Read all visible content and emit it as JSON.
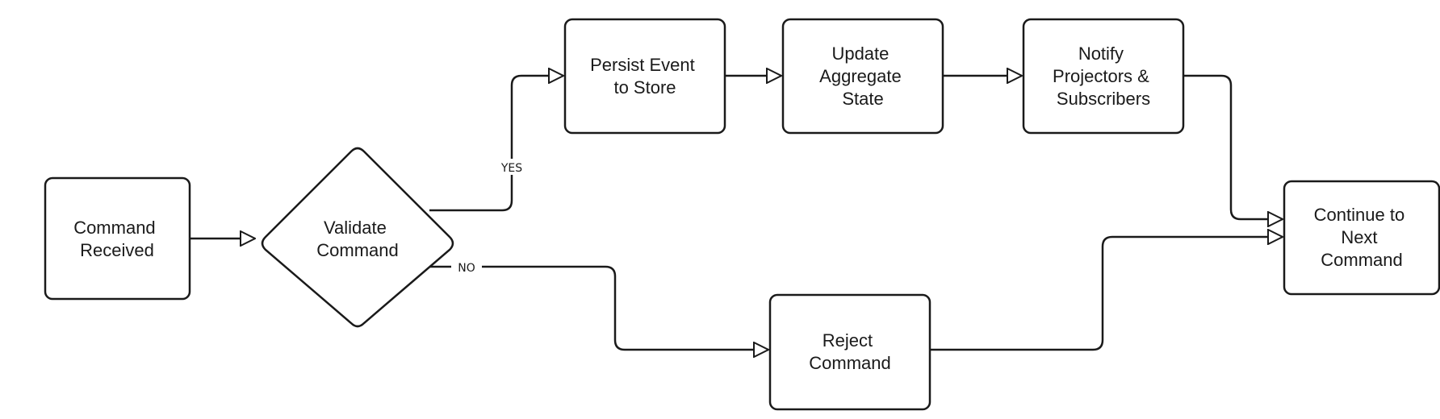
{
  "diagram": {
    "colors": {
      "stroke": "#1a1a1a",
      "fill": "#ffffff",
      "text": "#1a1a1a"
    },
    "nodes": {
      "command_received": {
        "lines": [
          "Command",
          "Received"
        ]
      },
      "validate_command": {
        "lines": [
          "Validate",
          "Command"
        ]
      },
      "persist_event": {
        "lines": [
          "Persist Event",
          "to Store"
        ]
      },
      "update_aggregate": {
        "lines": [
          "Update",
          "Aggregate",
          "State"
        ]
      },
      "notify_projectors": {
        "lines": [
          "Notify",
          "Projectors &",
          "Subscribers"
        ]
      },
      "reject_command": {
        "lines": [
          "Reject",
          "Command"
        ]
      },
      "continue_next": {
        "lines": [
          "Continue to",
          "Next",
          "Command"
        ]
      }
    },
    "edges": {
      "yes_label": "YES",
      "no_label": "NO"
    }
  }
}
